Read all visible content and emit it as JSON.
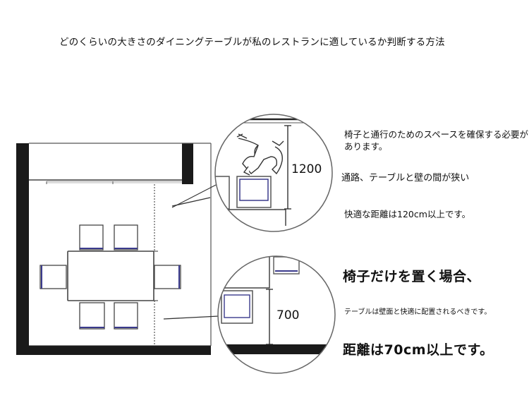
{
  "title": "どのくらいの大きさのダイニングテーブルが私のレストランに適しているか判断する方法",
  "zoom_top": {
    "dimension": "1200"
  },
  "zoom_bottom": {
    "dimension": "700"
  },
  "notes": {
    "chair_walk_space": "椅子と通行のためのスペースを確保する必要があります。",
    "narrow_passage": "通路、テーブルと壁の間が狭い",
    "comfortable_distance_1200": "快適な距離は120cm以上です。",
    "chair_only": "椅子だけを置く場合、",
    "table_wall_comfort": "テーブルは壁面と快適に配置されるべきです。",
    "distance_70": "距離は70cm以上です。"
  },
  "colors": {
    "wall": "#1a1a1a",
    "line": "#333333",
    "chair_accent": "#3a3a8c"
  }
}
